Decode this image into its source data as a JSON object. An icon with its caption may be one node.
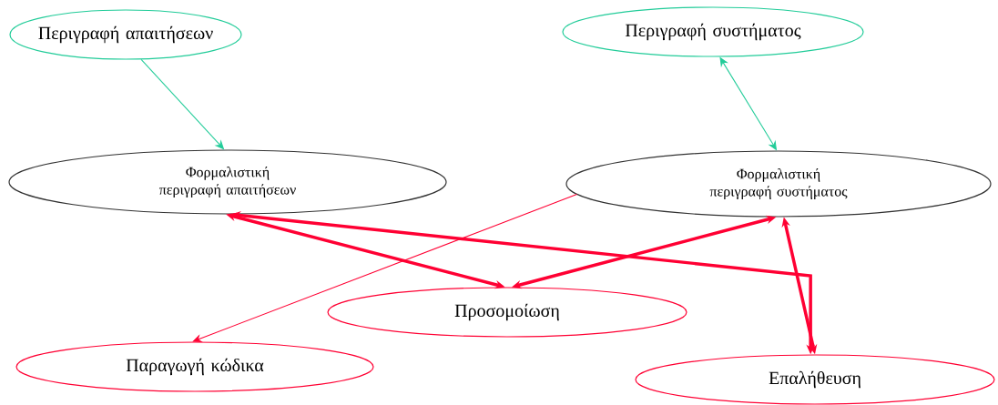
{
  "diagram": {
    "nodes": [
      {
        "text": [
          "Περιγραφή απαιτήσεων"
        ]
      },
      {
        "text": [
          "Περιγραφή συστήματος"
        ]
      },
      {
        "text": [
          "Φορμαλιστική περιγραφή απαιτήσεων"
        ]
      },
      {
        "text": [
          "Φορμαλιστική περιγραφή συστήματος"
        ]
      },
      {
        "text": [
          "Προσομοίωση"
        ]
      },
      {
        "text": [
          "Παραγωγή κώδικα"
        ]
      },
      {
        "text": [
          "Επαλήθευση"
        ]
      }
    ],
    "edges": [
      {
        "from": 0,
        "to": 2,
        "arrow": "to",
        "color": "#22cc99"
      },
      {
        "from": 1,
        "to": 3,
        "arrow": "both",
        "color": "#22cc99"
      },
      {
        "from": 2,
        "to": 4,
        "arrow": "both"
      },
      {
        "from": 3,
        "to": 4,
        "arrow": "both"
      },
      {
        "from": 2,
        "to": 6,
        "arrow": "both"
      },
      {
        "from": 3,
        "to": 6,
        "arrow": "both"
      },
      {
        "from": 3,
        "to": 5,
        "arrow": "to"
      }
    ]
  }
}
